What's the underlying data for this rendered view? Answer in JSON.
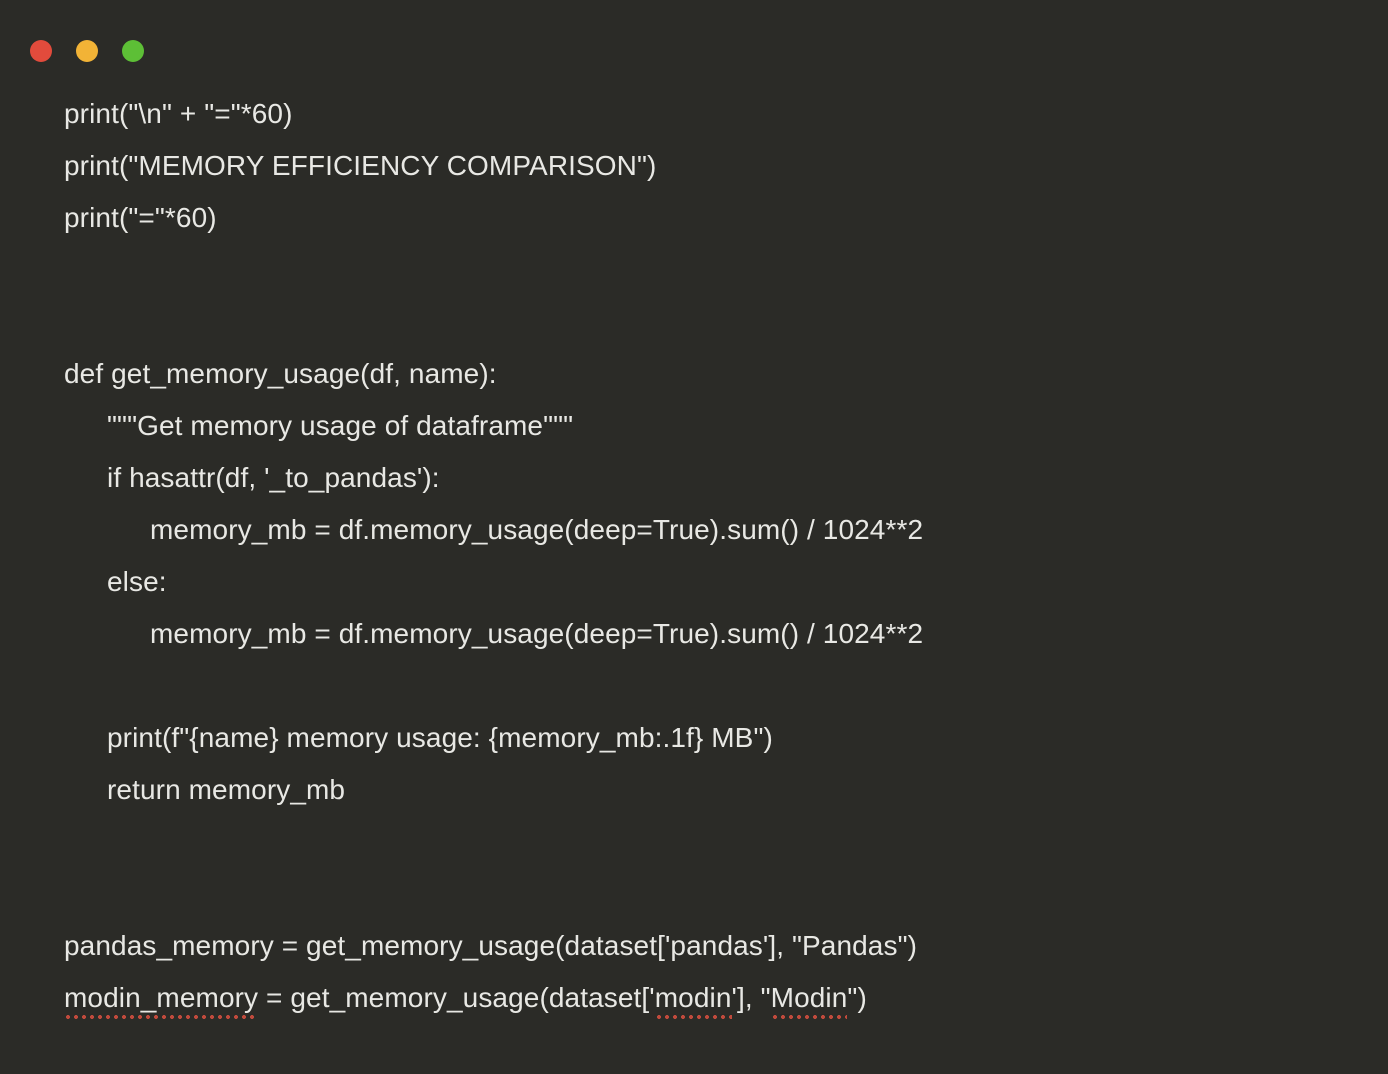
{
  "window": {
    "background_color": "#2b2b27",
    "text_color": "#e8e8e4",
    "squiggle_color": "#c04a3c",
    "controls": [
      {
        "name": "close",
        "label": "Close",
        "color": "#e24b3c"
      },
      {
        "name": "minimize",
        "label": "Minimize",
        "color": "#f2b336"
      },
      {
        "name": "zoom",
        "label": "Zoom",
        "color": "#5dbf36"
      }
    ]
  },
  "code": {
    "language": "python",
    "lines": [
      {
        "indent": 0,
        "text": "print(\"\\n\" + \"=\"*60)"
      },
      {
        "indent": 0,
        "text": "print(\"MEMORY EFFICIENCY COMPARISON\")"
      },
      {
        "indent": 0,
        "text": "print(\"=\"*60)"
      },
      {
        "indent": 0,
        "text": ""
      },
      {
        "indent": 0,
        "text": ""
      },
      {
        "indent": 0,
        "text": "def get_memory_usage(df, name):"
      },
      {
        "indent": 1,
        "text": "\"\"\"Get memory usage of dataframe\"\"\""
      },
      {
        "indent": 1,
        "text": "if hasattr(df, '_to_pandas'):"
      },
      {
        "indent": 2,
        "text": "memory_mb = df.memory_usage(deep=True).sum() / 1024**2"
      },
      {
        "indent": 1,
        "text": "else:"
      },
      {
        "indent": 2,
        "text": "memory_mb = df.memory_usage(deep=True).sum() / 1024**2"
      },
      {
        "indent": 0,
        "text": ""
      },
      {
        "indent": 1,
        "text": "print(f\"{name} memory usage: {memory_mb:.1f} MB\")"
      },
      {
        "indent": 1,
        "text": "return memory_mb"
      },
      {
        "indent": 0,
        "text": ""
      },
      {
        "indent": 0,
        "text": ""
      },
      {
        "indent": 0,
        "text": "pandas_memory = get_memory_usage(dataset['pandas'], \"Pandas\")"
      },
      {
        "indent": 0,
        "text": "",
        "special": "modin_line"
      }
    ],
    "modin_line": {
      "segment_1": "modin_memory",
      "segment_2": " = get_memory_usage(dataset['",
      "segment_3": "modin",
      "segment_4": "'], \"",
      "segment_5": "Modin",
      "segment_6": "\")"
    }
  }
}
